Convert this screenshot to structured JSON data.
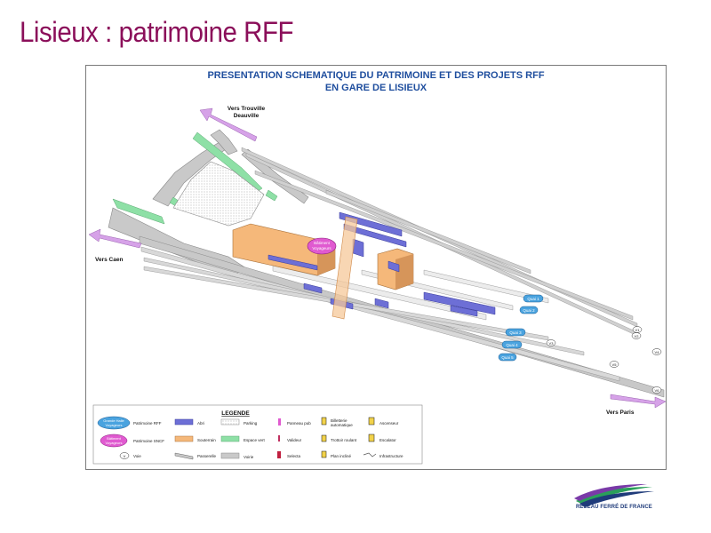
{
  "slide": {
    "title": "Lisieux : patrimoine RFF"
  },
  "diagram": {
    "title_line1": "PRESENTATION SCHEMATIQUE DU PATRIMOINE ET DES PROJETS RFF",
    "title_line2": "EN GARE DE LISIEUX",
    "directions": {
      "trouville_line1": "Vers Trouville",
      "trouville_line2": "Deauville",
      "caen": "Vers Caen",
      "paris": "Vers Paris"
    },
    "building_label_line1": "Bâtiment",
    "building_label_line2": "Voyageurs",
    "quais": [
      "Quai 1",
      "Quai 2",
      "Quai 3",
      "Quai 4",
      "Quai 5"
    ],
    "voies": [
      "V1",
      "V2",
      "V3",
      "V4",
      "V5",
      "V6"
    ]
  },
  "legend": {
    "title": "LEGENDE",
    "badge_rff_line1": "Grande Halle",
    "badge_rff_line2": "Voyageurs",
    "badge_sncf_line1": "Bâtiment",
    "badge_sncf_line2": "Voyageurs",
    "badge_voie": "V",
    "items": {
      "patrimoine_rff": "Patrimoine RFF",
      "patrimoine_sncf": "Patrimoine SNCF",
      "voie": "Voie",
      "abri": "Abri",
      "souterrain": "Souterrain",
      "passerelle": "Passerelle",
      "parking": "Parking",
      "espace_vert": "Espace vert",
      "voirie": "Voirie",
      "panneau": "Panneau pub",
      "valideur": "Valideur",
      "selecta": "Selecta",
      "billetterie_line1": "Billetterie",
      "billetterie_line2": "automatique",
      "trottoir": "Trottoir roulant",
      "plan_incline": "Plan incliné",
      "ascenseur": "Ascenseur",
      "escalator": "Escalator",
      "infrastructure": "Infrastructure"
    }
  },
  "logo": {
    "text": "RÉSEAU FERRÉ DE FRANCE"
  },
  "colors": {
    "title": "#8b0f5a",
    "diagram_title": "#1f4e9e",
    "track": "#c8c8c8",
    "green": "#8ee0a6",
    "building": "#f5b87a",
    "shelter": "#6d6fd6",
    "arrow": "#d6a2e8",
    "badge_blue": "#4aa3df",
    "badge_pink": "#e05ad0"
  }
}
